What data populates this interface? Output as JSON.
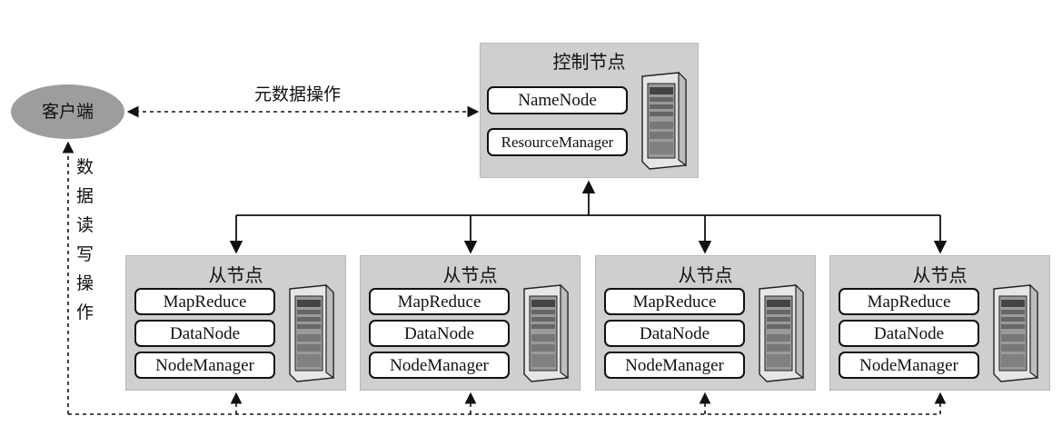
{
  "client": {
    "label": "客户端"
  },
  "control": {
    "title": "控制节点",
    "items": [
      "NameNode",
      "ResourceManager"
    ]
  },
  "metadata_label": "元数据操作",
  "data_rw_label": "数据读写操作",
  "slave_nodes": [
    {
      "title": "从节点",
      "items": [
        "MapReduce",
        "DataNode",
        "NodeManager"
      ]
    },
    {
      "title": "从节点",
      "items": [
        "MapReduce",
        "DataNode",
        "NodeManager"
      ]
    },
    {
      "title": "从节点",
      "items": [
        "MapReduce",
        "DataNode",
        "NodeManager"
      ]
    },
    {
      "title": "从节点",
      "items": [
        "MapReduce",
        "DataNode",
        "NodeManager"
      ]
    }
  ],
  "colors": {
    "panel": "#cfcfd1",
    "client": "#9d9d9f",
    "line": "#111111"
  }
}
